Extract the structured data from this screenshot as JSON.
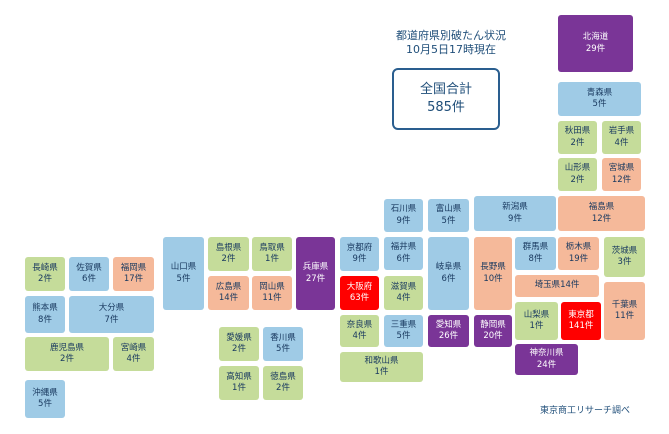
{
  "header": {
    "title_line1": "都道府県別破たん状況",
    "title_line2": "10月5日17時現在"
  },
  "total": {
    "label": "全国合計",
    "value": "585件"
  },
  "source": "東京商工リサーチ調べ",
  "colors": {
    "green": "#c5dc9a",
    "blue": "#9fcbe6",
    "orange": "#f5b99a",
    "purple": "#7a3597",
    "red": "#ff0000"
  },
  "prefectures": {
    "hokkaido": {
      "name": "北海道",
      "count": "29件"
    },
    "aomori": {
      "name": "青森県",
      "count": "5件"
    },
    "akita": {
      "name": "秋田県",
      "count": "2件"
    },
    "iwate": {
      "name": "岩手県",
      "count": "4件"
    },
    "yamagata": {
      "name": "山形県",
      "count": "2件"
    },
    "miyagi": {
      "name": "宮城県",
      "count": "12件"
    },
    "fukushima": {
      "name": "福島県",
      "count": "12件"
    },
    "niigata": {
      "name": "新潟県",
      "count": "9件"
    },
    "ishikawa": {
      "name": "石川県",
      "count": "9件"
    },
    "toyama": {
      "name": "富山県",
      "count": "5件"
    },
    "fukui": {
      "name": "福井県",
      "count": "6件"
    },
    "gifu": {
      "name": "岐阜県",
      "count": "6件"
    },
    "nagano": {
      "name": "長野県",
      "count": "10件"
    },
    "gunma": {
      "name": "群馬県",
      "count": "8件"
    },
    "tochigi": {
      "name": "栃木県",
      "count": "19件"
    },
    "ibaraki": {
      "name": "茨城県",
      "count": "3件"
    },
    "saitama": {
      "name": "埼玉県",
      "count": "14件"
    },
    "yamanashi": {
      "name": "山梨県",
      "count": "1件"
    },
    "tokyo": {
      "name": "東京都",
      "count": "141件"
    },
    "chiba": {
      "name": "千葉県",
      "count": "11件"
    },
    "kanagawa": {
      "name": "神奈川県",
      "count": "24件"
    },
    "shizuoka": {
      "name": "静岡県",
      "count": "20件"
    },
    "aichi": {
      "name": "愛知県",
      "count": "26件"
    },
    "mie": {
      "name": "三重県",
      "count": "5件"
    },
    "shiga": {
      "name": "滋賀県",
      "count": "4件"
    },
    "kyoto": {
      "name": "京都府",
      "count": "9件"
    },
    "osaka": {
      "name": "大阪府",
      "count": "63件"
    },
    "nara": {
      "name": "奈良県",
      "count": "4件"
    },
    "wakayama": {
      "name": "和歌山県",
      "count": "1件"
    },
    "hyogo": {
      "name": "兵庫県",
      "count": "27件"
    },
    "tottori": {
      "name": "鳥取県",
      "count": "1件"
    },
    "shimane": {
      "name": "島根県",
      "count": "2件"
    },
    "okayama": {
      "name": "岡山県",
      "count": "11件"
    },
    "hiroshima": {
      "name": "広島県",
      "count": "14件"
    },
    "yamaguchi": {
      "name": "山口県",
      "count": "5件"
    },
    "kagawa": {
      "name": "香川県",
      "count": "5件"
    },
    "ehime": {
      "name": "愛媛県",
      "count": "2件"
    },
    "tokushima": {
      "name": "徳島県",
      "count": "2件"
    },
    "kochi": {
      "name": "高知県",
      "count": "1件"
    },
    "fukuoka": {
      "name": "福岡県",
      "count": "17件"
    },
    "saga": {
      "name": "佐賀県",
      "count": "6件"
    },
    "nagasaki": {
      "name": "長崎県",
      "count": "2件"
    },
    "kumamoto": {
      "name": "熊本県",
      "count": "8件"
    },
    "oita": {
      "name": "大分県",
      "count": "7件"
    },
    "kagoshima": {
      "name": "鹿児島県",
      "count": "2件"
    },
    "miyazaki": {
      "name": "宮崎県",
      "count": "4件"
    },
    "okinawa": {
      "name": "沖縄県",
      "count": "5件"
    }
  }
}
